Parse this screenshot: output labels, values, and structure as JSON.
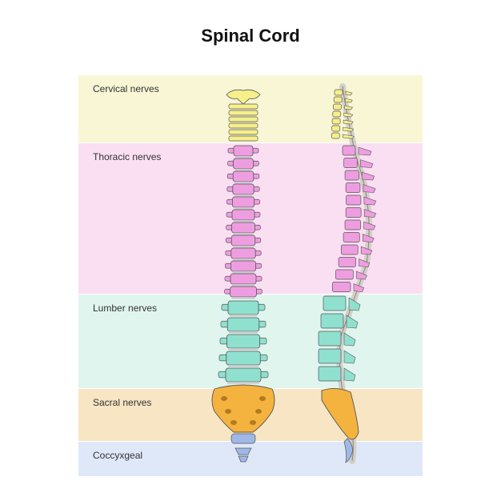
{
  "title": "Spinal Cord",
  "regions": [
    {
      "id": "cervical",
      "label": "Cervical nerves",
      "band_color": "#f8f6d5",
      "bone_color": "#f6ef8a"
    },
    {
      "id": "thoracic",
      "label": "Thoracic nerves",
      "band_color": "#f9dff1",
      "bone_color": "#ee9ee0"
    },
    {
      "id": "lumbar",
      "label": "Lumber nerves",
      "band_color": "#e1f5ef",
      "bone_color": "#8fe0cf"
    },
    {
      "id": "sacral",
      "label": "Sacral nerves",
      "band_color": "#f7e5c4",
      "bone_color": "#f4b23f"
    },
    {
      "id": "coccyx",
      "label": "Coccyxgeal",
      "band_color": "#dfe8f8",
      "bone_color": "#9fb8e8"
    }
  ],
  "disc_color": "#c8c8c8",
  "cord_color": "#d3d0c9"
}
